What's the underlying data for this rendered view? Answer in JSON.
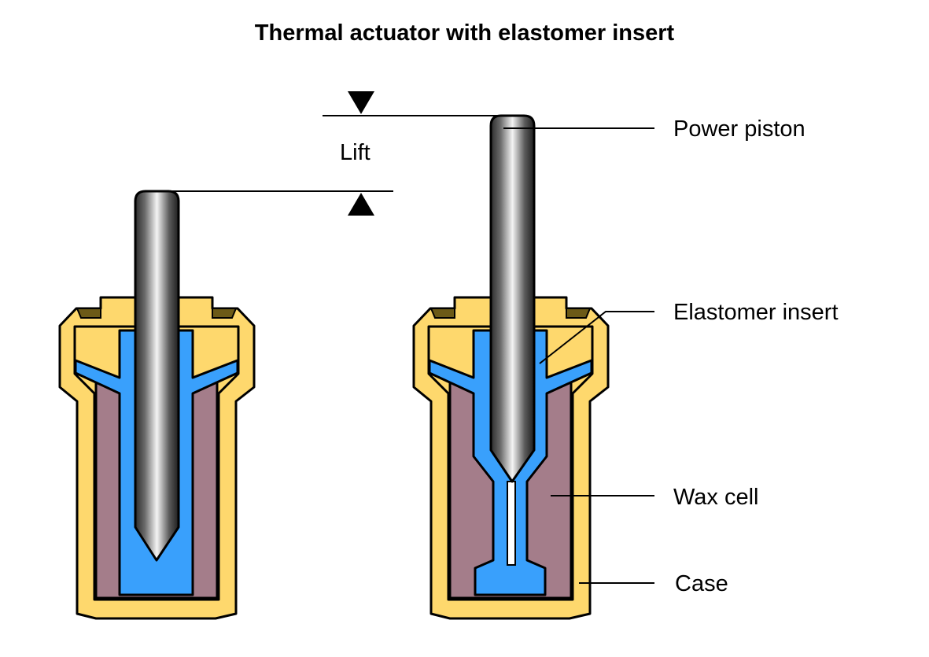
{
  "title": "Thermal actuator with elastomer insert",
  "labels": {
    "lift": "Lift",
    "power_piston": "Power piston",
    "elastomer_insert": "Elastomer insert",
    "wax_cell": "Wax cell",
    "case": "Case"
  },
  "colors": {
    "case": "#fed86d",
    "wax": "#a47d8a",
    "elastomer": "#39a0fc",
    "seal": "#6c5a17",
    "outline": "#000000"
  }
}
